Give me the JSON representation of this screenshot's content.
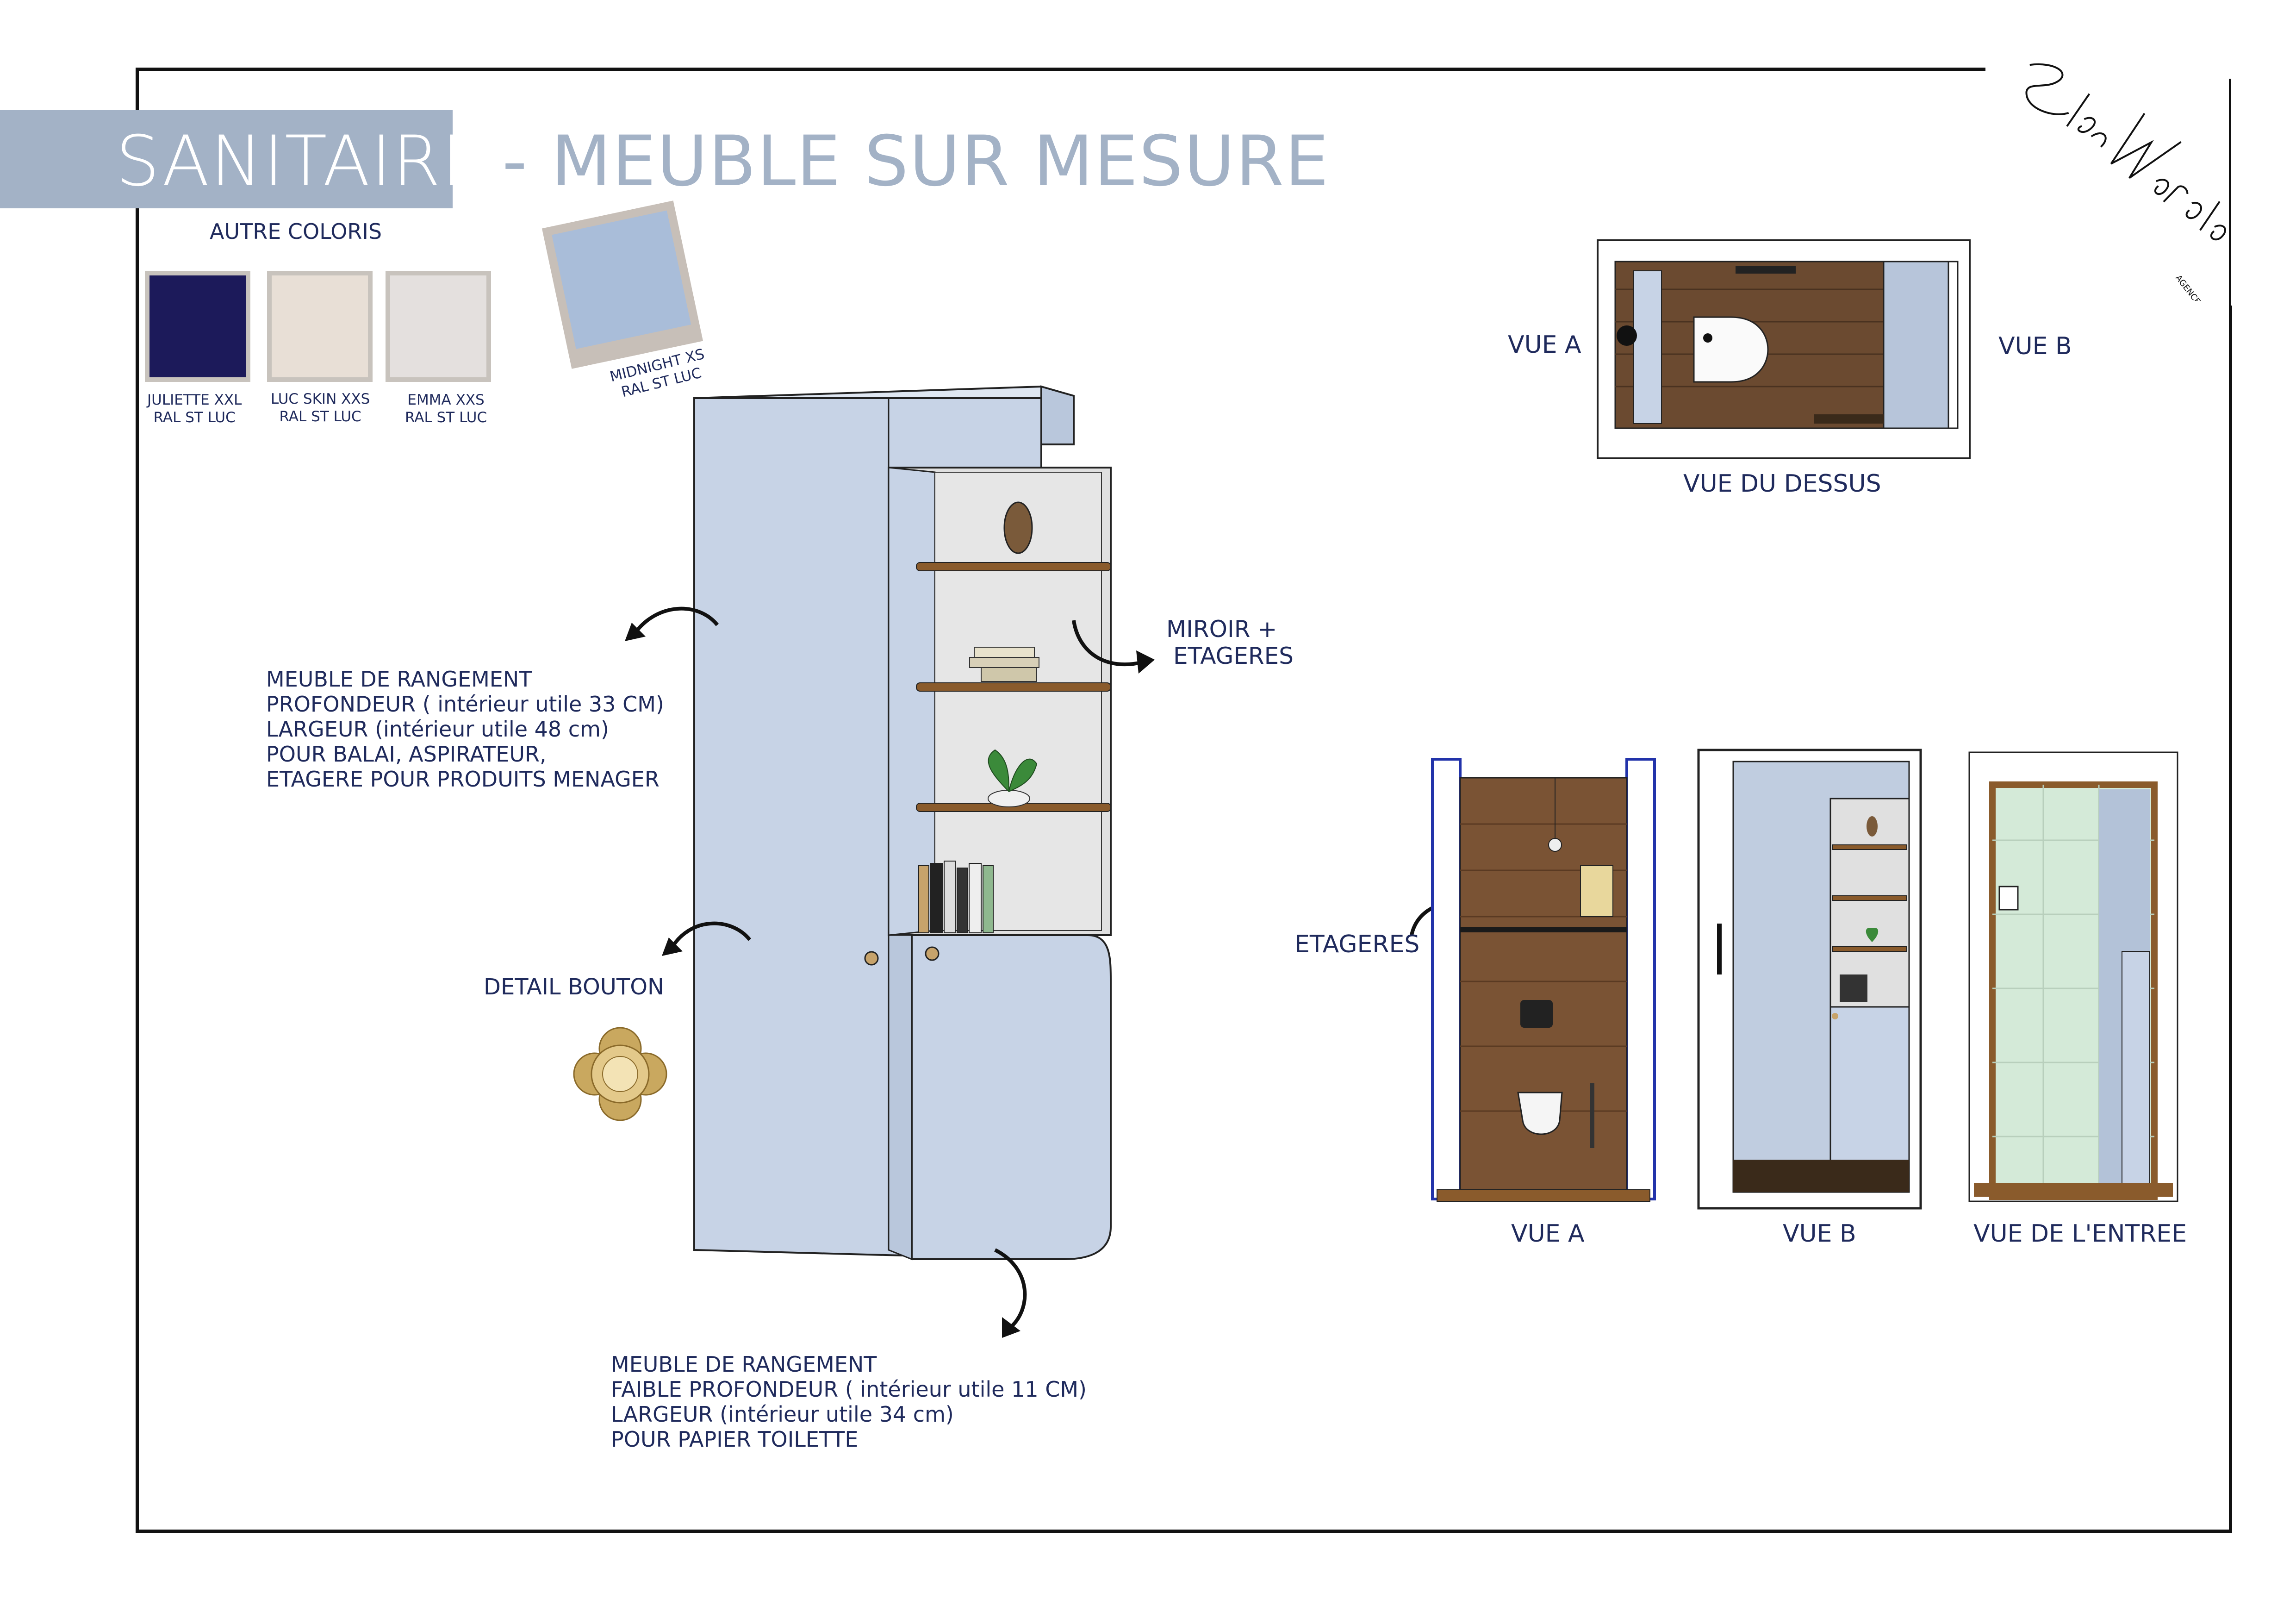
{
  "header": {
    "title": "SANITAIRE",
    "subtitle": "- MEUBLE SUR MESURE"
  },
  "brand": {
    "signature": "Elsa Maroto",
    "tagline": "AGENCEMENT & DECORATION"
  },
  "colors": {
    "heading": "AUTRE COLORIS",
    "main_color": {
      "name": "MIDNIGHT XS",
      "ref": "RAL ST LUC",
      "hex": "#a9bdd9"
    },
    "alternatives": [
      {
        "name": "JULIETTE XXL",
        "ref": "RAL ST LUC",
        "hex": "#1c1a5a"
      },
      {
        "name": "LUC SKIN XXS",
        "ref": "RAL ST LUC",
        "hex": "#e8dfd6"
      },
      {
        "name": "EMMA XXS",
        "ref": "RAL ST LUC",
        "hex": "#e4e0de"
      }
    ]
  },
  "annotations": {
    "tall_cabinet": [
      "MEUBLE  DE RANGEMENT",
      "PROFONDEUR ( intérieur utile 33 CM)",
      "LARGEUR (intérieur utile 48 cm)",
      "POUR BALAI, ASPIRATEUR,",
      "ETAGERE POUR PRODUITS MENAGER"
    ],
    "low_cabinet": [
      "MEUBLE  DE RANGEMENT",
      "FAIBLE PROFONDEUR  ( intérieur utile 11 CM)",
      "LARGEUR (intérieur utile 34 cm)",
      "POUR PAPIER TOILETTE"
    ],
    "mirror": [
      "MIROIR +",
      "ETAGERES"
    ],
    "button_detail": "DETAIL  BOUTON",
    "shelves": "ETAGERES"
  },
  "views": {
    "top_view_label": "VUE DU DESSUS",
    "top_view_a": "VUE A",
    "top_view_b": "VUE B",
    "elevation_a": "VUE A",
    "elevation_b": "VUE B",
    "elevation_entry": "VUE DE L'ENTREE"
  }
}
